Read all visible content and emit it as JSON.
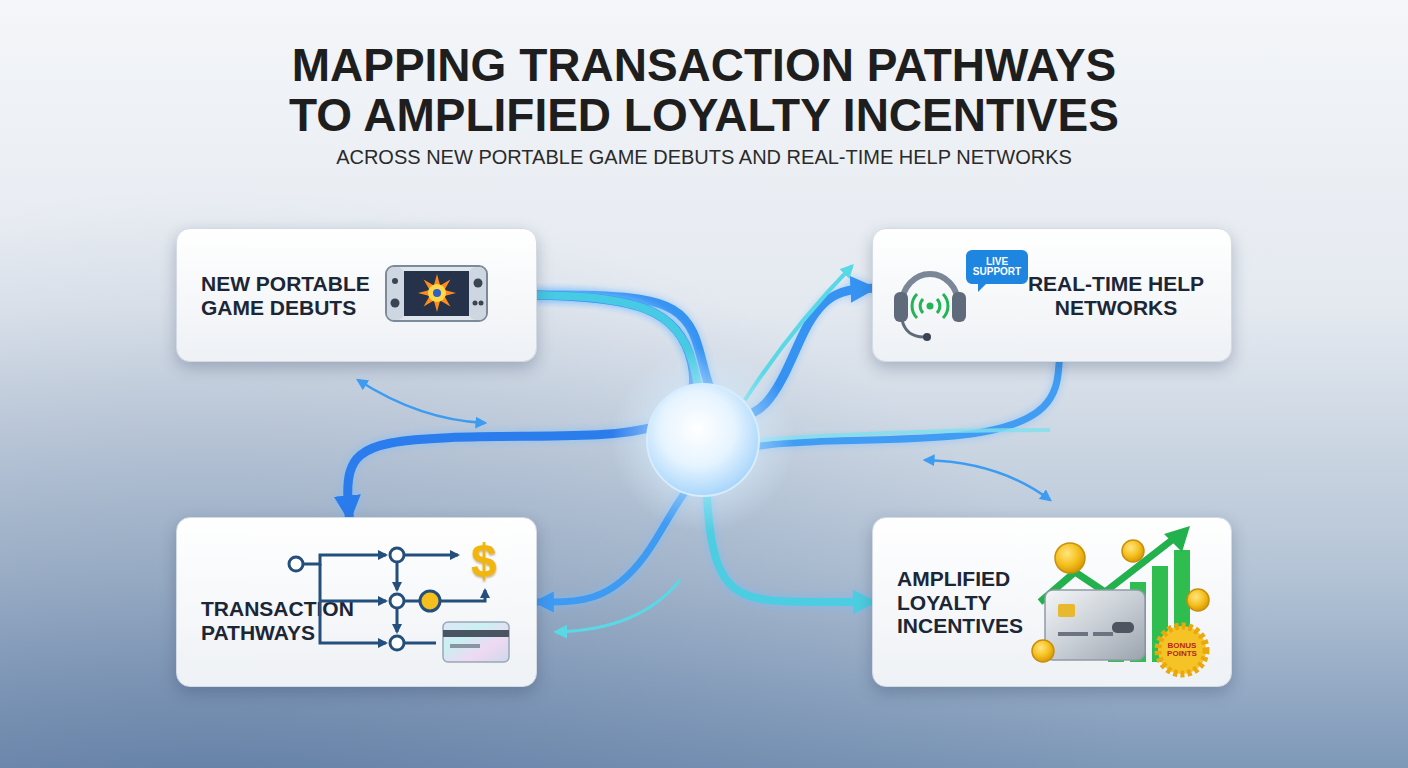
{
  "diagram": {
    "title": "MAPPING TRANSACTION PATHWAYS TO AMPLIFIED LOYALTY INCENTIVES",
    "caption": "ACROSS NEW PORTABLE GAME DEBUTS AND REAL-TIME HELP NETWORKS",
    "nodes": [
      {
        "text": [
          "NEW PORTABLE GAME DEBUTS"
        ]
      },
      {
        "text": [
          "REAL-TIME HELP NETWORKS"
        ]
      },
      {
        "text": [
          "TRANSACTION PATHWAYS"
        ]
      },
      {
        "text": [
          "AMPLIFIED LOYALTY INCENTIVES"
        ]
      }
    ],
    "edges": [
      {
        "from": 0,
        "to": 1,
        "arrow": "to"
      },
      {
        "from": 0,
        "to": 2,
        "arrow": "to"
      },
      {
        "from": 0,
        "to": 3,
        "arrow": "to"
      },
      {
        "from": 1,
        "to": 2,
        "arrow": "to"
      }
    ],
    "labels": [
      "LIVE SUPPORT",
      "$",
      "BONUS POINTS"
    ]
  }
}
